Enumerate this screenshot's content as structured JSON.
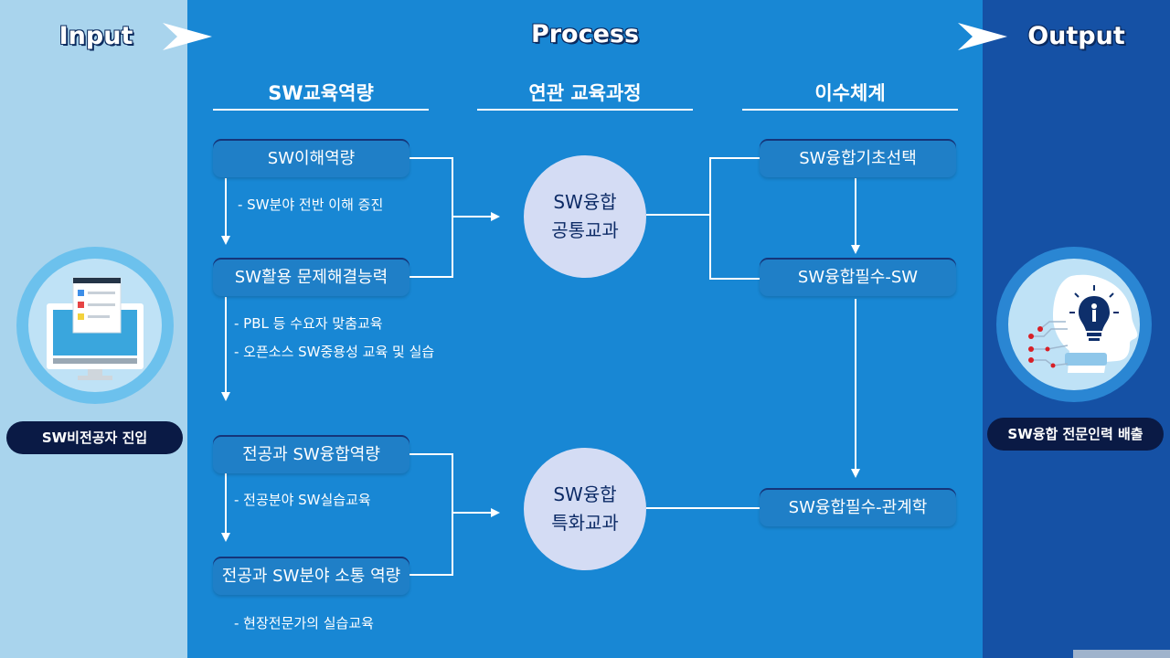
{
  "header": {
    "input_label": "Input",
    "process_label": "Process",
    "output_label": "Output"
  },
  "columns": {
    "competency": "SW교육역량",
    "courses": "연관 교육과정",
    "track": "이수체계"
  },
  "competencies": [
    {
      "label": "SW이해역량",
      "notes": [
        "- SW분야 전반 이해 증진"
      ]
    },
    {
      "label": "SW활용 문제해결능력",
      "notes": [
        "- PBL 등 수요자 맞춤교육",
        "- 오픈소스 SW중용성 교육 및 실습"
      ]
    },
    {
      "label": "전공과 SW융합역량",
      "notes": [
        "- 전공분야 SW실습교육"
      ]
    },
    {
      "label": "전공과 SW분야 소통 역량",
      "notes": [
        "- 현장전문가의 실습교육"
      ]
    }
  ],
  "courses": [
    {
      "line1": "SW융합",
      "line2": "공통교과"
    },
    {
      "line1": "SW융합",
      "line2": "특화교과"
    }
  ],
  "tracks": [
    "SW융합기초선택",
    "SW융합필수-SW",
    "SW융합필수-관계학"
  ],
  "input_badge": "SW비전공자 진입",
  "output_badge": "SW융합 전문인력 배출",
  "icons": {
    "input": "computer-monitor-icon",
    "output": "head-lightbulb-icon",
    "header_arrow": "chevron-right-icon"
  },
  "colors": {
    "left_panel": "#a9d4ed",
    "center_panel": "#1887d4",
    "right_panel": "#1551a5",
    "pill": "#1f7fc7",
    "circle": "#d4dcf4",
    "badge": "#0a1a45"
  }
}
